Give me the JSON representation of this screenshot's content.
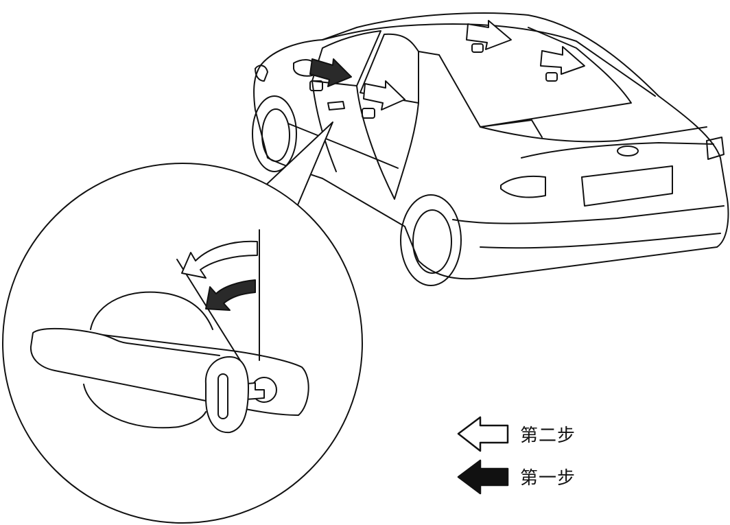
{
  "legend": {
    "step2": {
      "label": "第二步",
      "arrow": "outline-left-arrow"
    },
    "step1": {
      "label": "第一步",
      "arrow": "solid-left-arrow"
    }
  },
  "colors": {
    "line": "#111111",
    "fill_dark": "#2a2a2a",
    "fill_light": "#ffffff"
  }
}
